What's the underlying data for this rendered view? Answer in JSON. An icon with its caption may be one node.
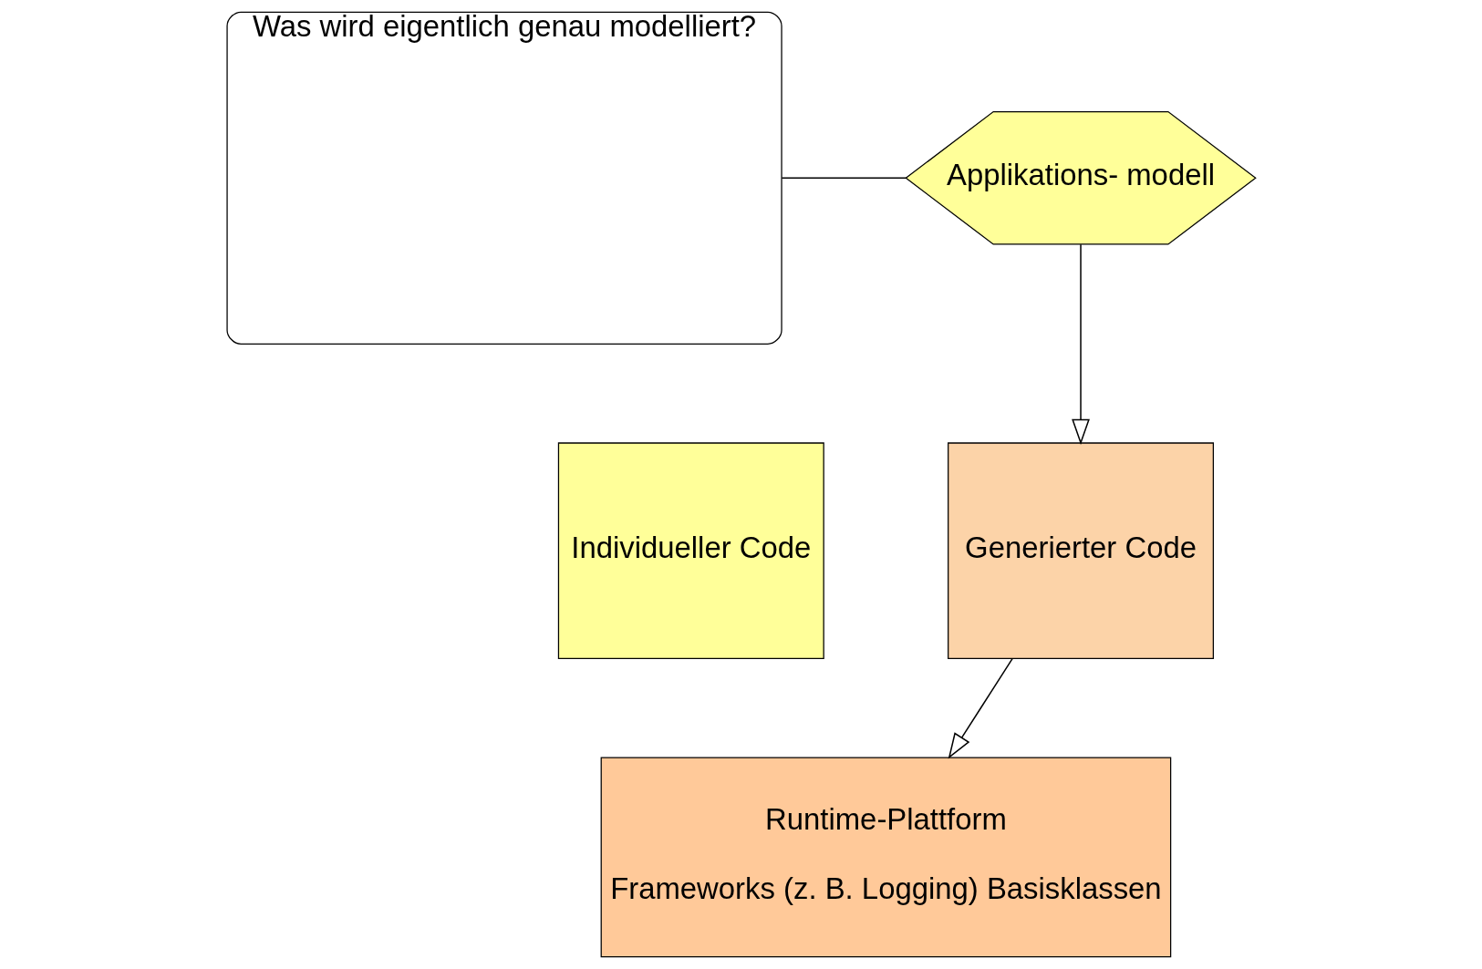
{
  "diagram": {
    "nodes": [
      {
        "text": [
          "Applikations- modell"
        ]
      },
      {
        "text": [
          "Was wird eigentlich genau modelliert?"
        ]
      },
      {
        "text": [
          "Individueller Code"
        ]
      },
      {
        "text": [
          "Generierter Code"
        ]
      },
      {
        "text": [
          "Runtime-Plattform",
          "Frameworks (z. B. Logging) Basisklassen"
        ]
      }
    ],
    "edges": [
      {
        "from": 1,
        "to": 0,
        "arrow": "none"
      },
      {
        "from": 0,
        "to": 3,
        "arrow": "to"
      },
      {
        "from": 3,
        "to": 4,
        "arrow": "to"
      }
    ]
  }
}
